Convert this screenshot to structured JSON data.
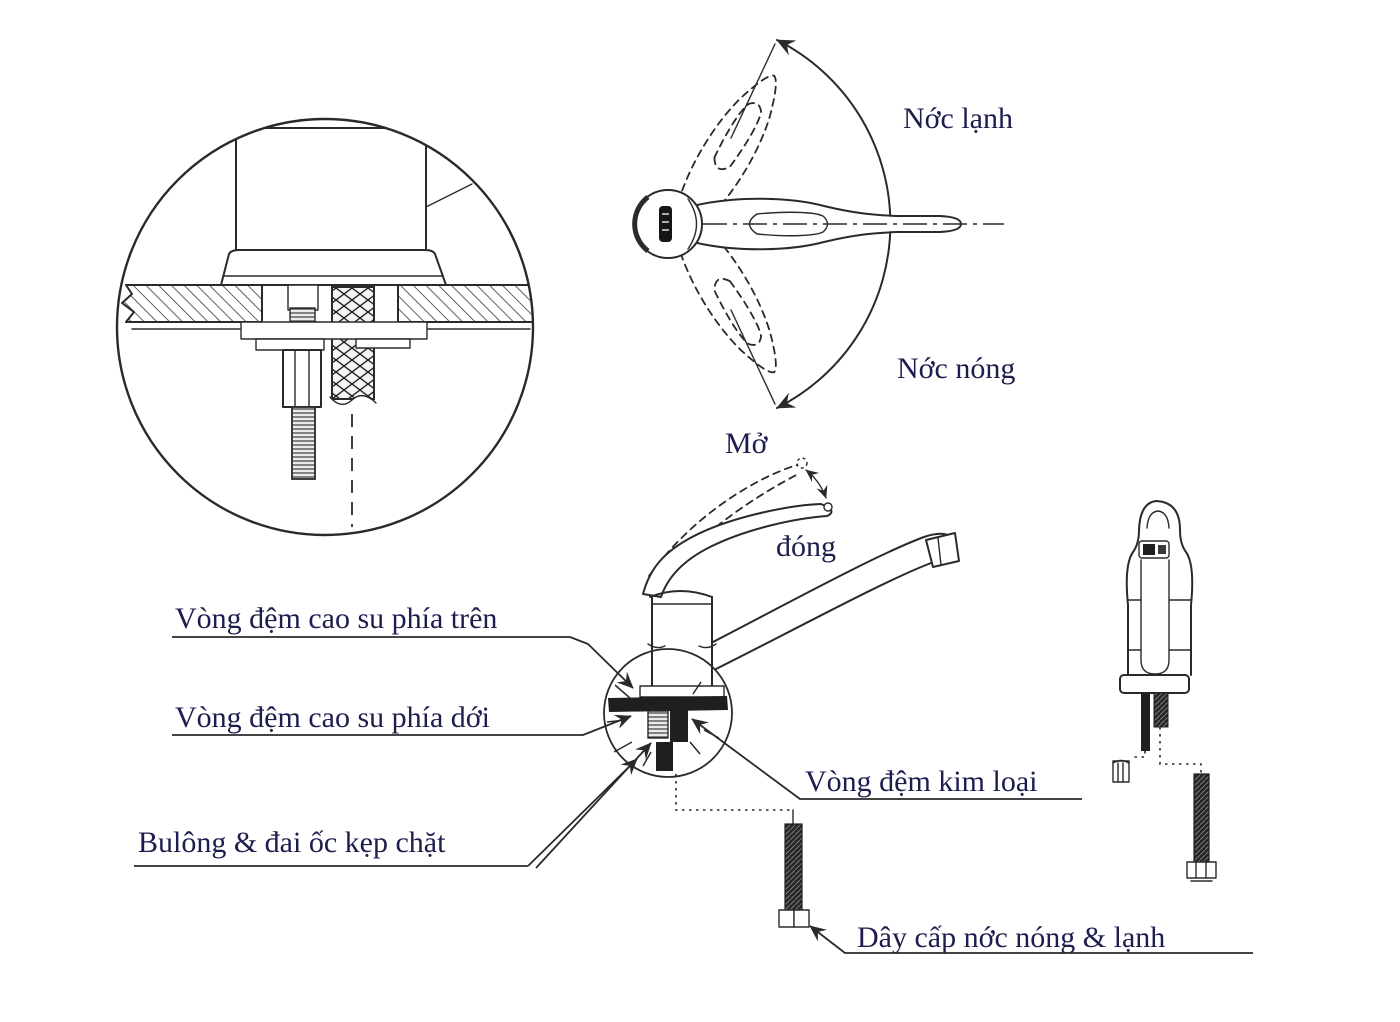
{
  "labels": {
    "cold_water": "Nớc lạnh",
    "hot_water": "Nớc nóng",
    "open": "Mở",
    "close": "đóng",
    "upper_rubber_gasket": "Vòng đệm cao su phía trên",
    "lower_rubber_gasket": "Vòng đệm cao su phía dới",
    "bolt_and_nut": "Bulông & đai ốc kẹp chặt",
    "metal_washer": "Vòng đệm kim loại",
    "supply_hose": "Dây cấp nớc nóng & lạnh"
  },
  "colors": {
    "line": "#2a2a2a",
    "text": "#1d1d4e",
    "dark_fill": "#1f1f1f",
    "background": "#ffffff"
  }
}
